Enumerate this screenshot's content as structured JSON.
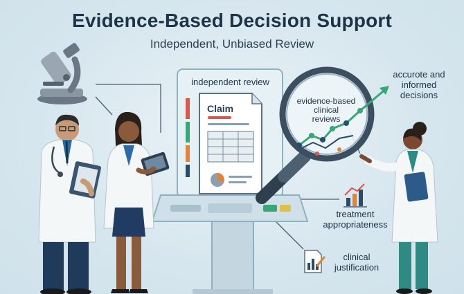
{
  "title": "Evidence-Based Decision Support",
  "subtitle": "Independent, Unbiased Review",
  "labels": {
    "independent_review": "independent review",
    "claim": "Claim",
    "evidence_based_l1": "evidence-based",
    "evidence_based_l2": "clinical",
    "evidence_based_l3": "reviews",
    "accurate_l1": "accurote and",
    "accurate_l2": "informed",
    "accurate_l3": "decisions",
    "treatment_l1": "treatment",
    "treatment_l2": "appropriateness",
    "clinical_l1": "clinical",
    "clinical_l2": "justification"
  },
  "colors": {
    "navy": "#1d3448",
    "teal": "#2f8a83",
    "accent_green": "#3aa678",
    "red": "#d9564a",
    "orange": "#e0843c",
    "screen": "#e6f1f5"
  },
  "icons": [
    "microscope-icon",
    "magnifier-icon",
    "bar-chart-icon",
    "document-chart-icon",
    "trend-arrow-icon",
    "pie-chart-icon"
  ]
}
